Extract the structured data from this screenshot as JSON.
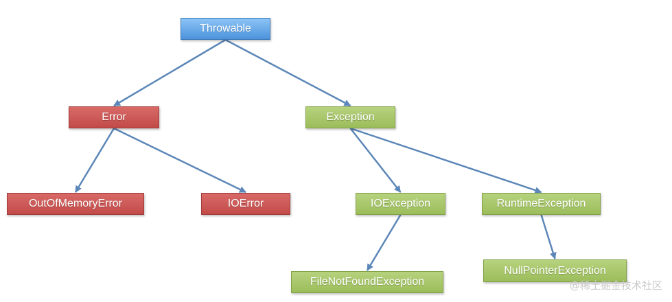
{
  "nodes": {
    "throwable": "Throwable",
    "error": "Error",
    "exception": "Exception",
    "out_of_memory_error": "OutOfMemoryError",
    "io_error": "IOError",
    "io_exception": "IOException",
    "runtime_exception": "RuntimeException",
    "file_not_found_exception": "FileNotFoundException",
    "null_pointer_exception": "NullPointerException"
  },
  "edges": [
    [
      "throwable",
      "error"
    ],
    [
      "throwable",
      "exception"
    ],
    [
      "error",
      "out_of_memory_error"
    ],
    [
      "error",
      "io_error"
    ],
    [
      "exception",
      "io_exception"
    ],
    [
      "exception",
      "runtime_exception"
    ],
    [
      "io_exception",
      "file_not_found_exception"
    ],
    [
      "runtime_exception",
      "null_pointer_exception"
    ]
  ],
  "colors": {
    "root": "#5b9de3",
    "error": "#c9504e",
    "exception": "#a5c468",
    "arrow": "#5c87b8"
  },
  "watermark": "@稀土掘金技术社区"
}
